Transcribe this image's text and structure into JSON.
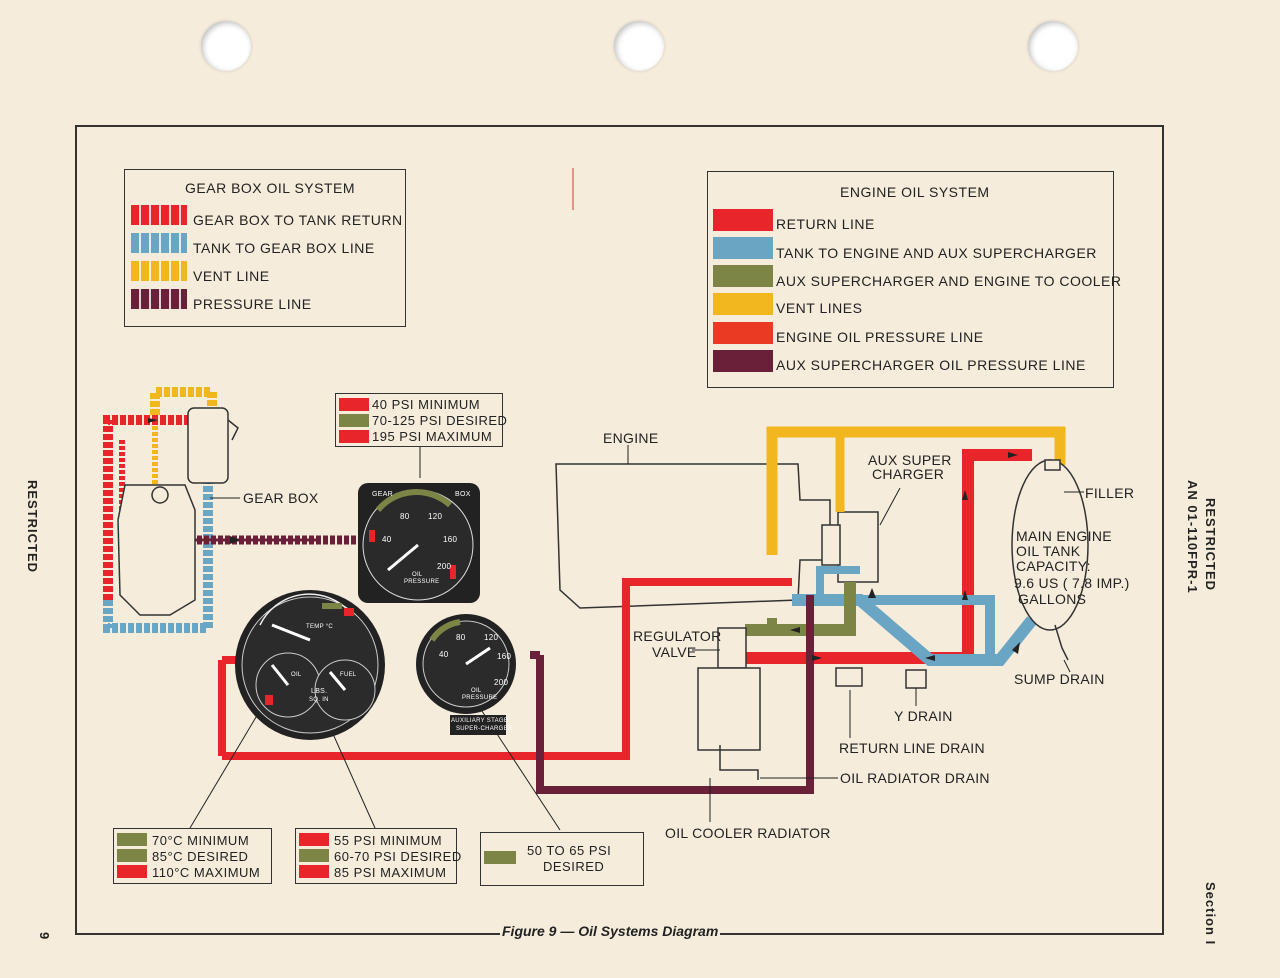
{
  "gear_box_legend": {
    "title": "GEAR BOX OIL SYSTEM",
    "items": [
      {
        "label": "GEAR BOX TO TANK RETURN",
        "color": "#e8252b"
      },
      {
        "label": "TANK TO GEAR BOX LINE",
        "color": "#6aa6c4"
      },
      {
        "label": "VENT LINE",
        "color": "#f2b71e"
      },
      {
        "label": "PRESSURE LINE",
        "color": "#6a2038"
      }
    ]
  },
  "engine_legend": {
    "title": "ENGINE OIL SYSTEM",
    "items": [
      {
        "label": "RETURN LINE",
        "color": "#e8252b"
      },
      {
        "label": "TANK TO ENGINE AND AUX SUPERCHARGER",
        "color": "#6aa6c4"
      },
      {
        "label": "AUX SUPERCHARGER AND ENGINE TO COOLER",
        "color": "#7c8446"
      },
      {
        "label": "VENT LINES",
        "color": "#f2b71e"
      },
      {
        "label": "ENGINE OIL PRESSURE LINE",
        "color": "#ea3a23"
      },
      {
        "label": "AUX SUPERCHARGER OIL PRESSURE LINE",
        "color": "#6a2038"
      }
    ]
  },
  "gear_pressure_legend": {
    "items": [
      "40 PSI MINIMUM",
      "70-125 PSI DESIRED",
      "195 PSI MAXIMUM"
    ]
  },
  "temp_legend": {
    "items": [
      "70°C MINIMUM",
      "85°C DESIRED",
      "110°C MAXIMUM"
    ]
  },
  "oil_pressure_legend": {
    "items": [
      "55 PSI MINIMUM",
      "60-70 PSI DESIRED",
      "85 PSI MAXIMUM"
    ]
  },
  "aux_pressure_legend": {
    "line1": "50 TO 65 PSI",
    "line2": "DESIRED"
  },
  "labels": {
    "engine": "ENGINE",
    "gear_box": "GEAR BOX",
    "aux_super_1": "AUX SUPER",
    "aux_super_2": "CHARGER",
    "filler": "FILLER",
    "tank_1": "MAIN ENGINE",
    "tank_2": "OIL TANK",
    "tank_3": "CAPACITY:",
    "tank_4": "9.6 US ( 7.8 IMP.)",
    "tank_5": "GALLONS",
    "regulator_1": "REGULATOR",
    "regulator_2": "VALVE",
    "sump_drain": "SUMP DRAIN",
    "y_drain": "Y DRAIN",
    "return_line_drain": "RETURN LINE DRAIN",
    "oil_radiator_drain": "OIL RADIATOR DRAIN",
    "oil_cooler_radiator": "OIL COOLER RADIATOR"
  },
  "gauges": {
    "gear": {
      "top_left": "GEAR",
      "top_right": "BOX",
      "name_1": "OIL",
      "name_2": "PRESSURE",
      "ticks": [
        "40",
        "80",
        "120",
        "160",
        "200"
      ]
    },
    "engine": {
      "temp": "TEMP °C",
      "oil": "OIL",
      "lbs_1": "LBS.",
      "lbs_2": "SQ. IN",
      "fuel": "FUEL"
    },
    "aux": {
      "name_1": "OIL",
      "name_2": "PRESSURE",
      "plate_1": "AUXILIARY STAGE",
      "plate_2": "SUPER-CHARGER",
      "ticks": [
        "40",
        "80",
        "120",
        "160",
        "200"
      ]
    }
  },
  "margins": {
    "left": "RESTRICTED",
    "right_1": "RESTRICTED",
    "right_2": "AN 01-110FPR-1",
    "section": "Section I",
    "page_number": "9"
  },
  "caption": "Figure 9 — Oil Systems Diagram"
}
